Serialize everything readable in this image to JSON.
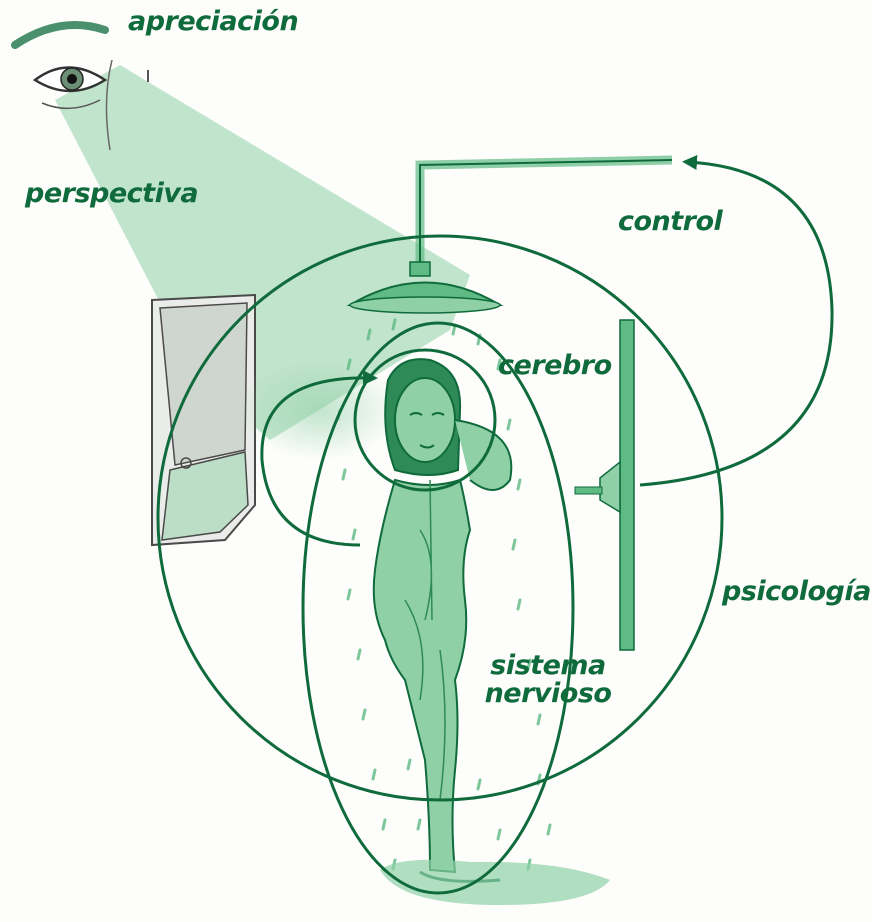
{
  "colors": {
    "accent": "#0f6b3c",
    "fill_light": "#8fd0a6",
    "fill_mid": "#5fba83",
    "pencil": "#4a4a4a",
    "background": "#fdfdfb"
  },
  "labels": {
    "appreciation": "apreciación",
    "perspective": "perspectiva",
    "control": "control",
    "brain": "cerebro",
    "psychology": "psicología",
    "nervous_system_1": "sistema",
    "nervous_system_2": "nervioso"
  },
  "icons": {
    "observer_eye": "eye-icon",
    "shower_head": "shower-head-icon",
    "window": "window-icon",
    "woman": "woman-figure",
    "mirror": "mirror-icon"
  }
}
